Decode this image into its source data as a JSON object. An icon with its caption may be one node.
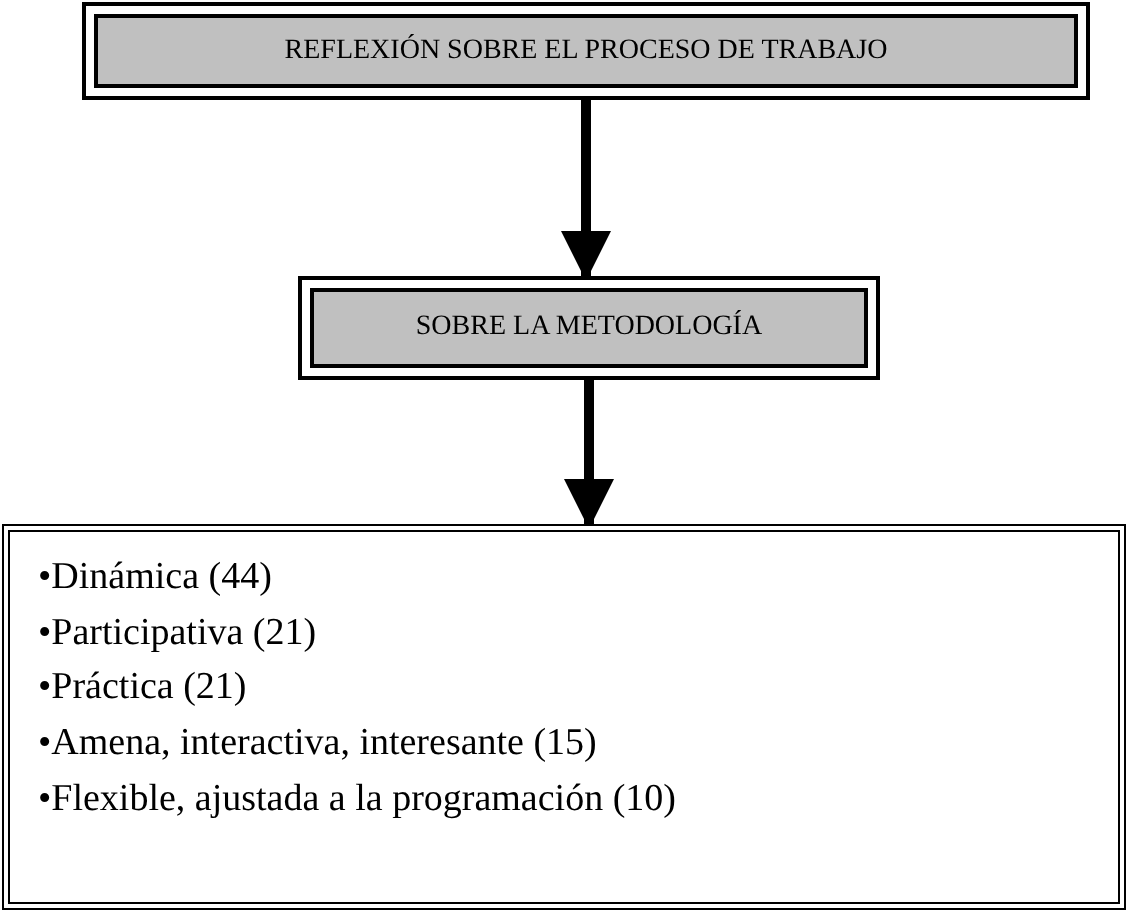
{
  "diagram": {
    "nodes": [
      {
        "text": [
          "REFLEXIÓN SOBRE EL PROCESO DE TRABAJO"
        ]
      },
      {
        "text": [
          "SOBRE LA METODOLOGÍA"
        ]
      },
      {
        "text": [
          "•Dinámica (44)",
          "•Participativa (21)",
          "•Práctica (21)",
          "•Amena, interactiva, interesante (15)",
          "•Flexible, ajustada a la programación (10)"
        ]
      }
    ],
    "edges": [
      {
        "from": 0,
        "to": 1,
        "arrow": "to"
      },
      {
        "from": 1,
        "to": 2,
        "arrow": "to"
      }
    ]
  }
}
